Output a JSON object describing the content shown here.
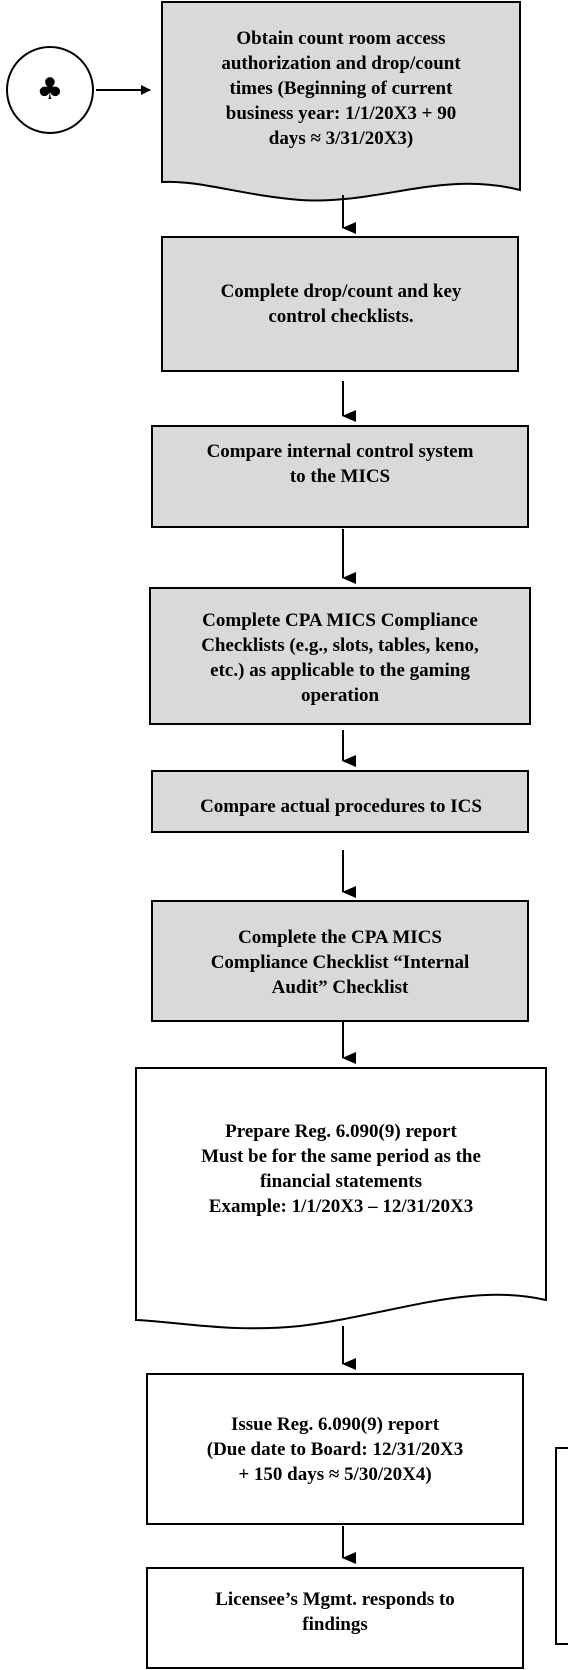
{
  "connector": {
    "symbol": "♣"
  },
  "steps": [
    {
      "id": "step1",
      "lines": [
        "Obtain count room access",
        "authorization and drop/count",
        "times (Beginning of current",
        "business year: 1/1/20X3 + 90",
        "days ≈ 3/31/20X3)"
      ]
    },
    {
      "id": "step2",
      "lines": [
        "Complete drop/count and key",
        "control checklists."
      ]
    },
    {
      "id": "step3",
      "lines": [
        "Compare internal control system",
        "to the MICS"
      ]
    },
    {
      "id": "step4",
      "lines": [
        "Complete CPA MICS Compliance",
        "Checklists (e.g., slots, tables, keno,",
        "etc.) as applicable to the gaming",
        "operation"
      ]
    },
    {
      "id": "step5",
      "lines": [
        "Compare actual procedures to ICS"
      ]
    },
    {
      "id": "step6",
      "lines": [
        "Complete the CPA MICS",
        "Compliance Checklist “Internal",
        "Audit” Checklist"
      ]
    },
    {
      "id": "step7",
      "lines": [
        "Prepare Reg. 6.090(9) report",
        "Must be for the same period as the",
        "financial statements",
        "Example: 1/1/20X3 – 12/31/20X3"
      ]
    },
    {
      "id": "step8",
      "lines": [
        "Issue Reg. 6.090(9) report",
        "(Due date to Board: 12/31/20X3",
        "+ 150 days ≈ 5/30/20X4)"
      ]
    },
    {
      "id": "step9",
      "lines": [
        "Licensee’s Mgmt. responds to",
        "findings"
      ]
    }
  ],
  "colors": {
    "shaded_fill": "#d9d9d9",
    "plain_fill": "#ffffff",
    "stroke": "#000000"
  }
}
